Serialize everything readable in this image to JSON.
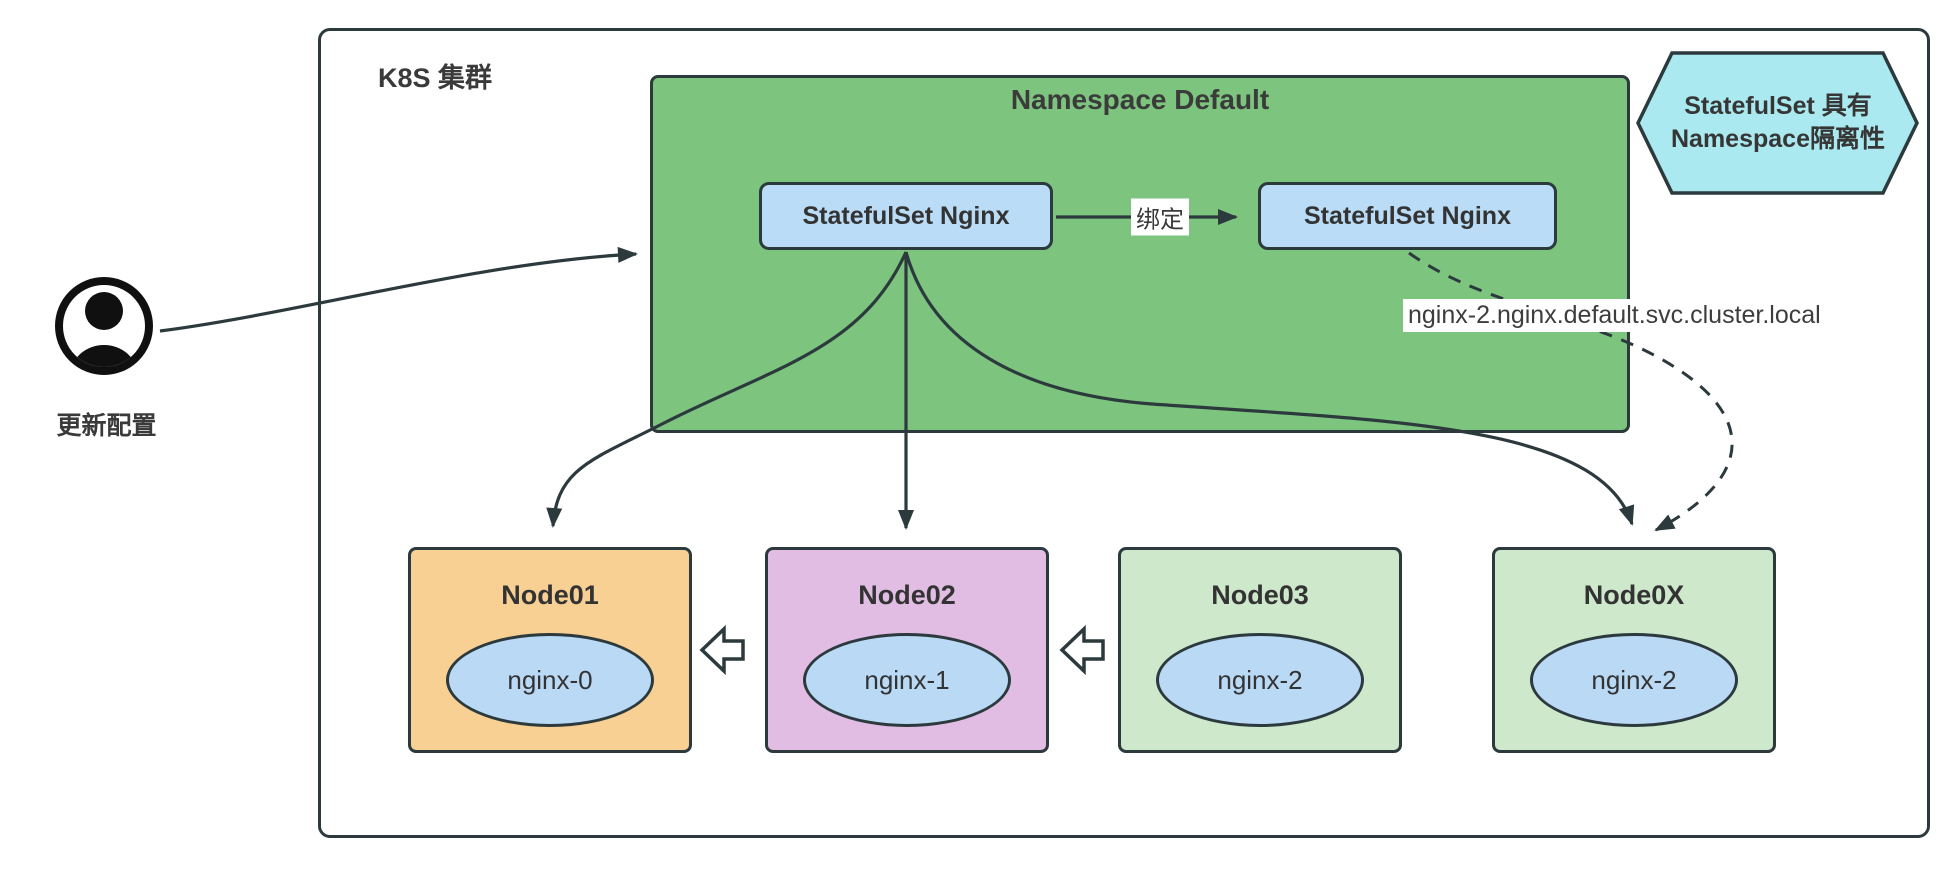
{
  "cluster": {
    "label": "K8S 集群"
  },
  "actor": {
    "label": "更新配置"
  },
  "namespace": {
    "title": "Namespace Default",
    "statefulsets": [
      {
        "label": "StatefulSet Nginx"
      },
      {
        "label": "StatefulSet Nginx"
      }
    ],
    "bind_label": "绑定"
  },
  "note": {
    "line1": "StatefulSet 具有",
    "line2": "Namespace隔离性"
  },
  "dns_label": "nginx-2.nginx.default.svc.cluster.local",
  "nodes": [
    {
      "name": "Node01",
      "pod": "nginx-0"
    },
    {
      "name": "Node02",
      "pod": "nginx-1"
    },
    {
      "name": "Node03",
      "pod": "nginx-2"
    },
    {
      "name": "Node0X",
      "pod": "nginx-2"
    }
  ],
  "colors": {
    "line": "#2c3a3e",
    "namespace_fill": "#7dc47e",
    "statefulset_fill": "#badcf6",
    "pod_fill": "#bad9f5",
    "note_fill": "#a9e9ef",
    "node01_fill": "#f8d094",
    "node02_fill": "#e1bde4",
    "node03_fill": "#cde8cb",
    "node0x_fill": "#cde8cb"
  }
}
